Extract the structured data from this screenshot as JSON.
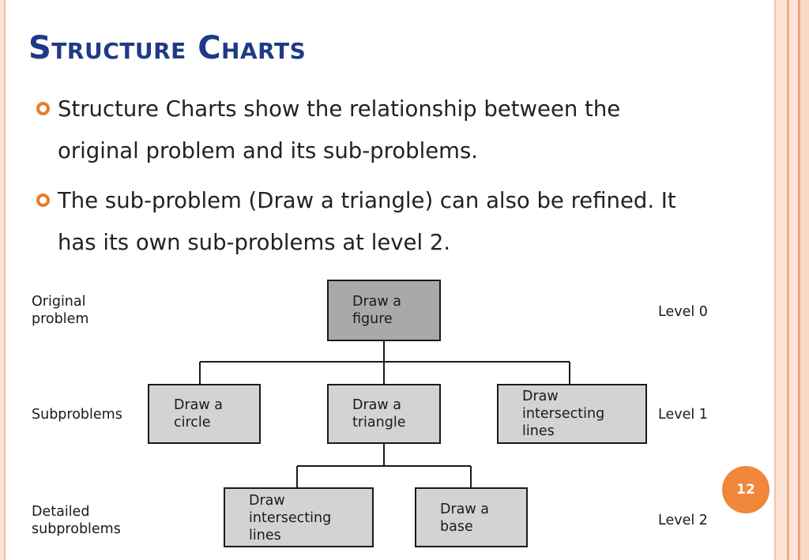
{
  "slide": {
    "title": "Structure Charts",
    "bullets": [
      {
        "line1": "Structure Charts show the relationship between the",
        "line2": "original problem and its sub-problems."
      },
      {
        "line1": "The sub-problem (Draw a triangle) can also be refined. It",
        "line2": "has its own sub-problems at level 2."
      }
    ],
    "page_number": "12",
    "accent_color": "#e77c2e",
    "title_color": "#1f3a86"
  },
  "diagram": {
    "row_labels": [
      {
        "line1": "Original",
        "line2": "problem"
      },
      {
        "line1": "Subproblems",
        "line2": ""
      },
      {
        "line1": "Detailed",
        "line2": "subproblems"
      }
    ],
    "level_labels": [
      "Level 0",
      "Level 1",
      "Level 2"
    ],
    "nodes": [
      {
        "id": "draw-figure",
        "lines": [
          "Draw a",
          "figure"
        ],
        "fill": "#a9a9a9"
      },
      {
        "id": "draw-circle",
        "lines": [
          "Draw a",
          "circle"
        ],
        "fill": "#d3d3d3"
      },
      {
        "id": "draw-triangle",
        "lines": [
          "Draw a",
          "triangle"
        ],
        "fill": "#d3d3d3"
      },
      {
        "id": "draw-intersecting-lines-1",
        "lines": [
          "Draw",
          "intersecting",
          "lines"
        ],
        "fill": "#d3d3d3"
      },
      {
        "id": "draw-intersecting-lines-2",
        "lines": [
          "Draw",
          "intersecting",
          "lines"
        ],
        "fill": "#d3d3d3"
      },
      {
        "id": "draw-base",
        "lines": [
          "Draw a",
          "base"
        ],
        "fill": "#d3d3d3"
      }
    ],
    "edges": [
      [
        "draw-figure",
        "draw-circle"
      ],
      [
        "draw-figure",
        "draw-triangle"
      ],
      [
        "draw-figure",
        "draw-intersecting-lines-1"
      ],
      [
        "draw-triangle",
        "draw-intersecting-lines-2"
      ],
      [
        "draw-triangle",
        "draw-base"
      ]
    ]
  }
}
